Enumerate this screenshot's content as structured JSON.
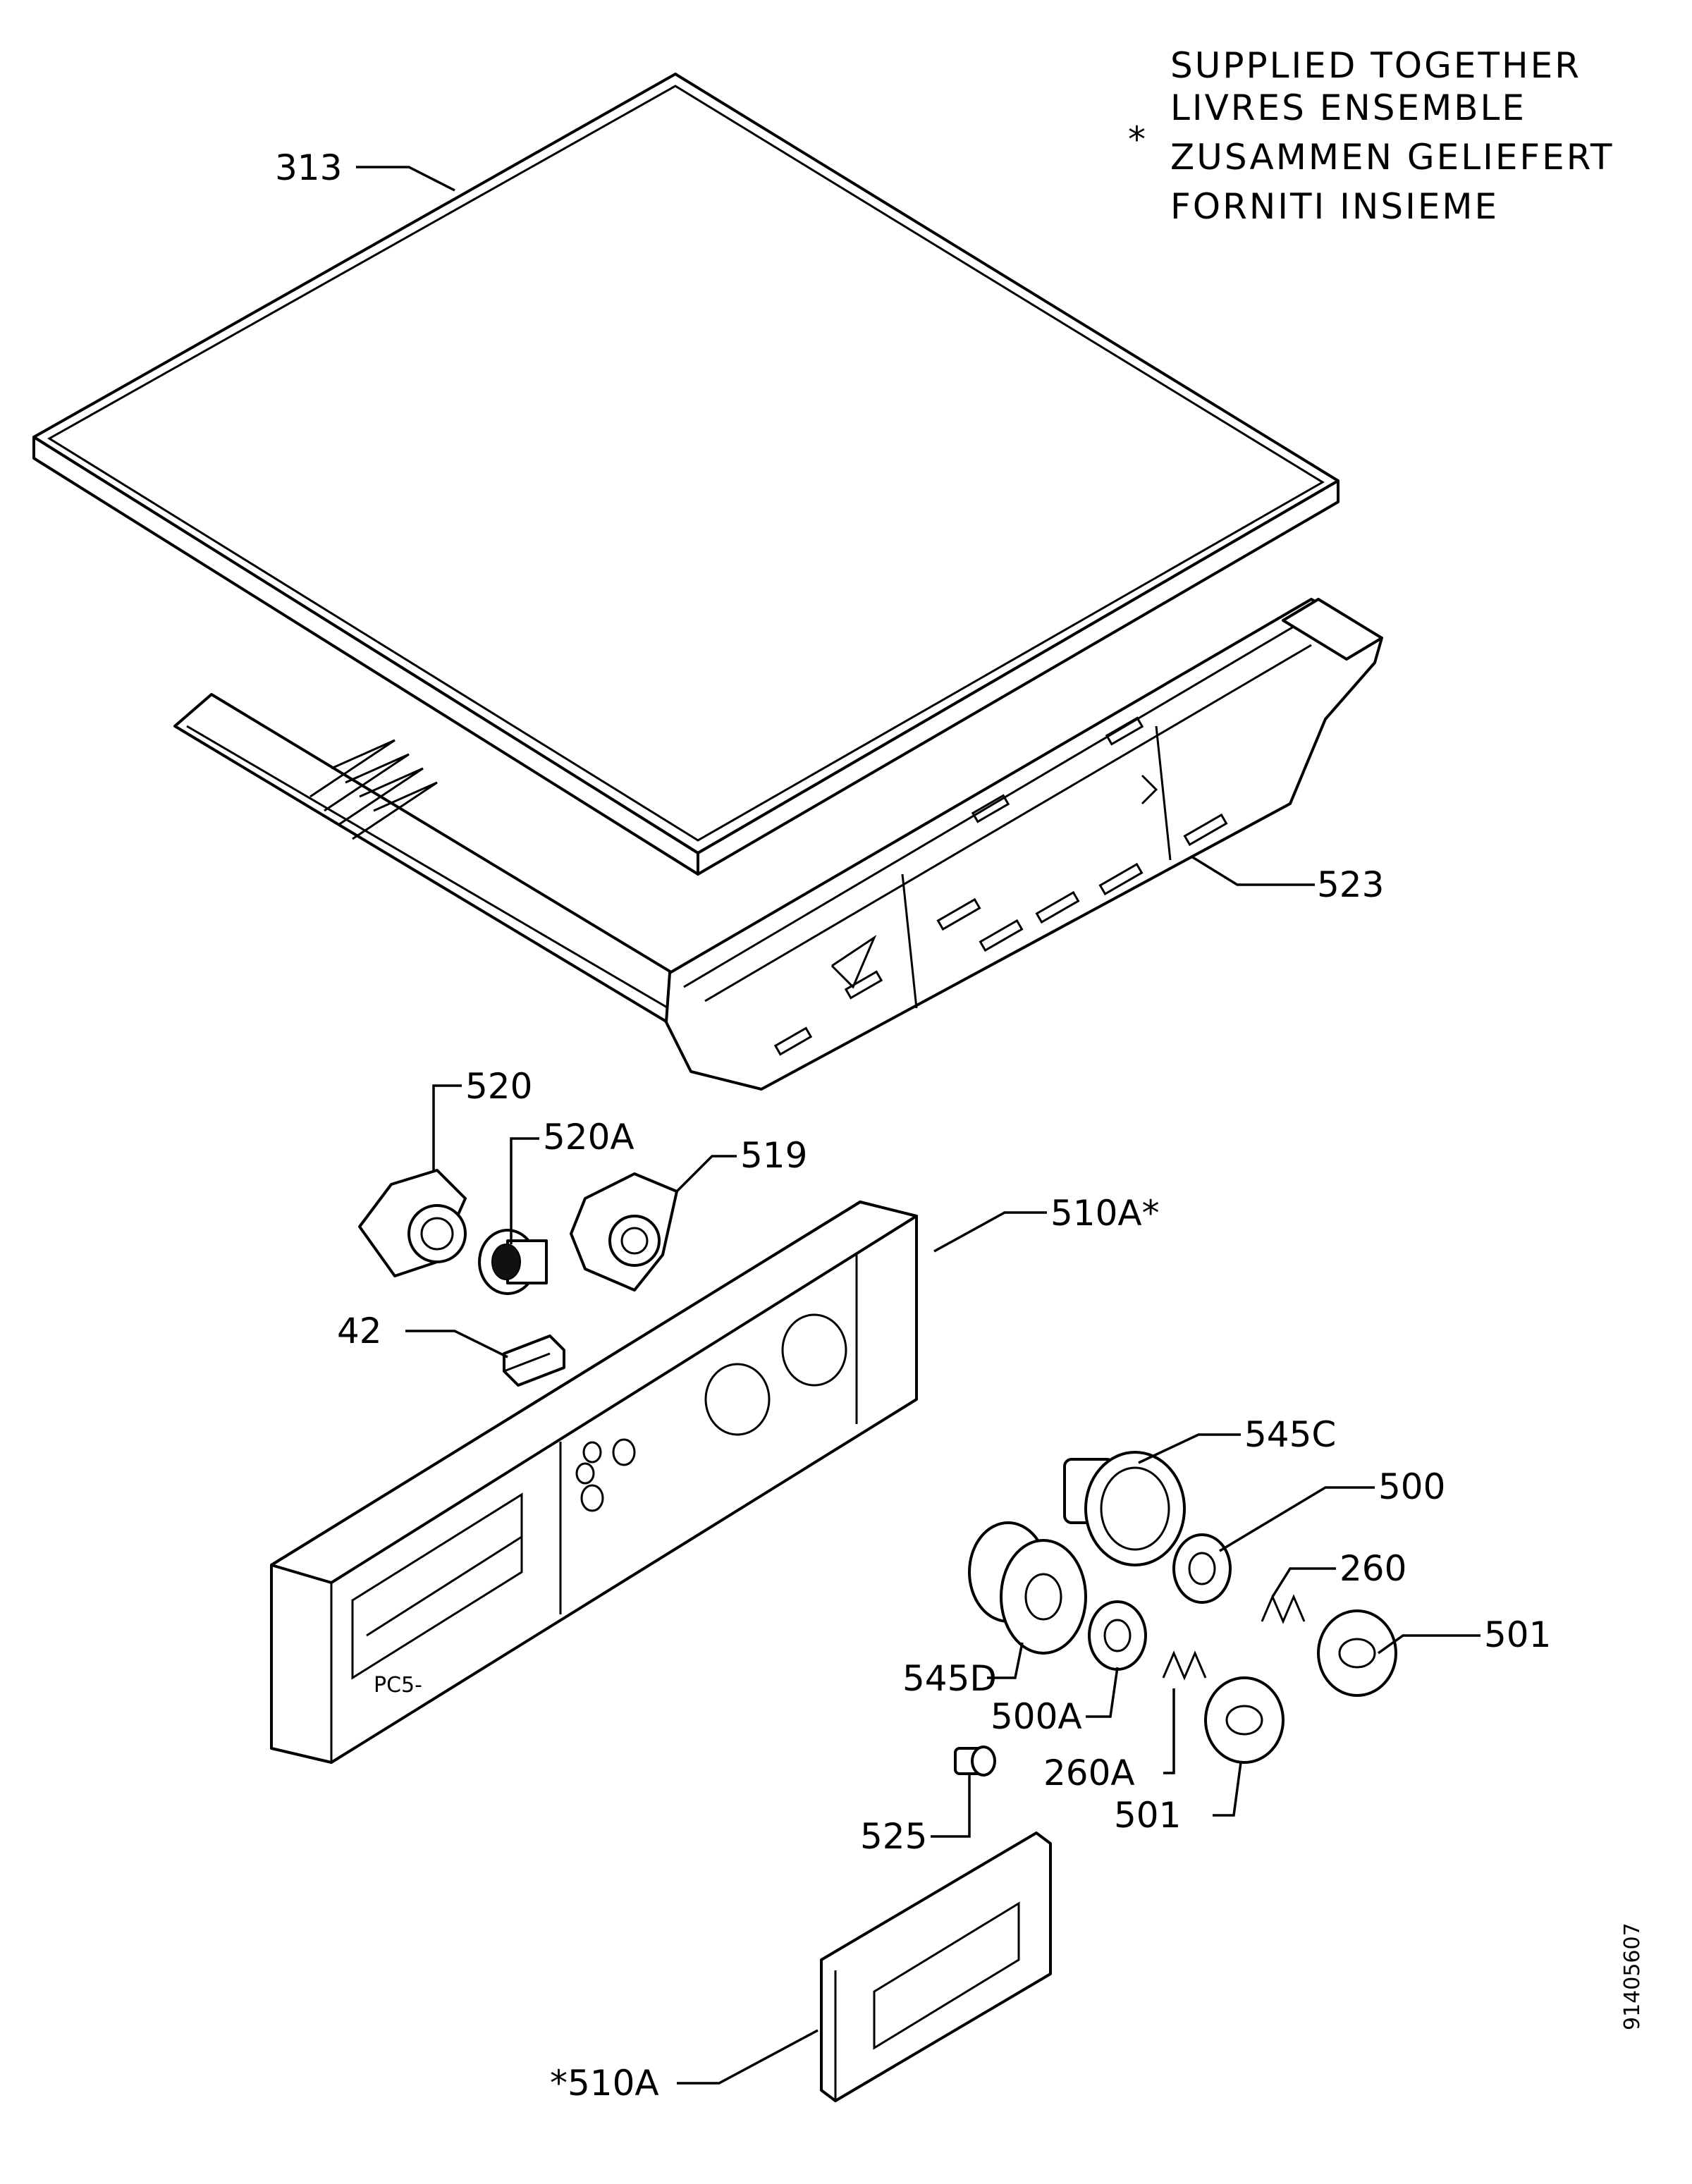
{
  "note": {
    "asterisk": "*",
    "lines": [
      "SUPPLIED TOGETHER",
      "LIVRES ENSEMBLE",
      "ZUSAMMEN GELIEFERT",
      "FORNITI INSIEME"
    ]
  },
  "labels": {
    "p313": "313",
    "p523": "523",
    "p520": "520",
    "p520a": "520A",
    "p519": "519",
    "p510a_top": "510A*",
    "p42": "42",
    "p545c": "545C",
    "p500": "500",
    "p260": "260",
    "p501_right": "501",
    "p545d": "545D",
    "p500a": "500A",
    "p260a": "260A",
    "p501_lower": "501",
    "p525": "525",
    "p510a_bottom": "*510A"
  },
  "panel_marking": "PC5-",
  "drawing_code": "91405607"
}
